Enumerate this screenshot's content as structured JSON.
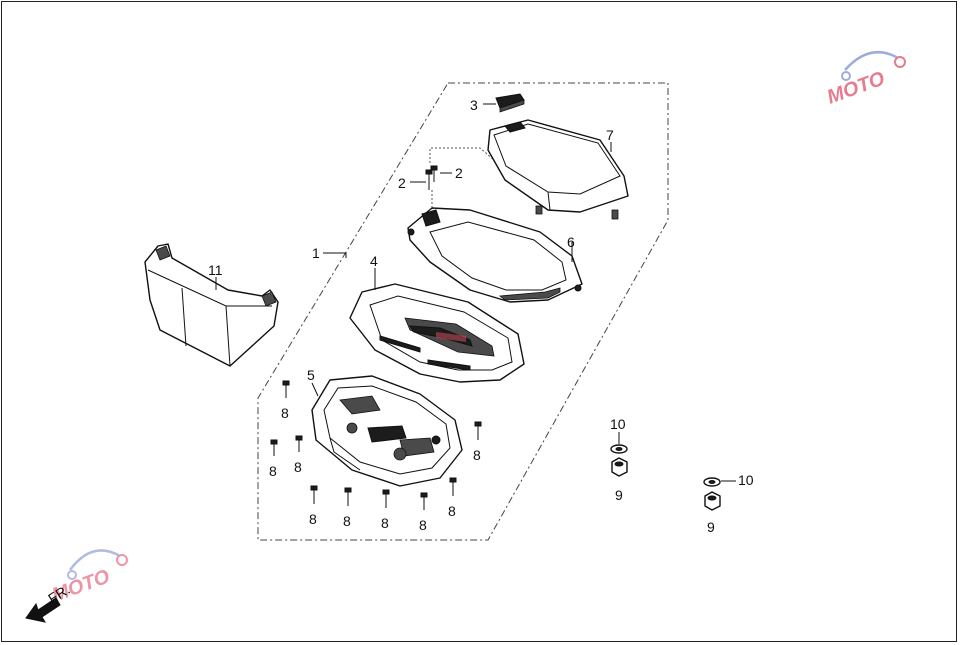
{
  "diagram": {
    "callouts": [
      {
        "id": "c1",
        "text": "1"
      },
      {
        "id": "c2a",
        "text": "2"
      },
      {
        "id": "c2b",
        "text": "2"
      },
      {
        "id": "c3",
        "text": "3"
      },
      {
        "id": "c4",
        "text": "4"
      },
      {
        "id": "c5",
        "text": "5"
      },
      {
        "id": "c6",
        "text": "6"
      },
      {
        "id": "c7",
        "text": "7"
      },
      {
        "id": "c8a",
        "text": "8"
      },
      {
        "id": "c8b",
        "text": "8"
      },
      {
        "id": "c8c",
        "text": "8"
      },
      {
        "id": "c8d",
        "text": "8"
      },
      {
        "id": "c8e",
        "text": "8"
      },
      {
        "id": "c8f",
        "text": "8"
      },
      {
        "id": "c8g",
        "text": "8"
      },
      {
        "id": "c8h",
        "text": "8"
      },
      {
        "id": "c8i",
        "text": "8"
      },
      {
        "id": "c9a",
        "text": "9"
      },
      {
        "id": "c9b",
        "text": "9"
      },
      {
        "id": "c10a",
        "text": "10"
      },
      {
        "id": "c10b",
        "text": "10"
      },
      {
        "id": "c11",
        "text": "11"
      }
    ],
    "direction_label": "FR.",
    "watermark_text": "MOTO",
    "colors": {
      "line": "#111111",
      "watermark_pink": "#e0506a",
      "watermark_blue": "#7f8fd0"
    }
  }
}
